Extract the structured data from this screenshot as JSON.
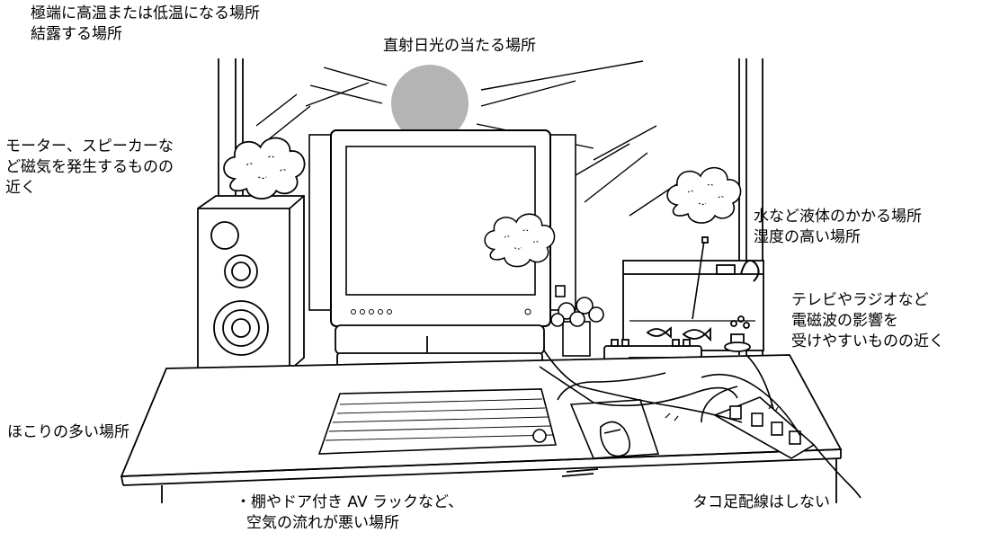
{
  "labels": {
    "temperature": [
      "極端に高温または低温になる場所",
      "結露する場所"
    ],
    "sunlight": "直射日光の当たる場所",
    "magnetic": [
      "モーター、スピーカーな",
      "ど磁気を発生するものの",
      "近く"
    ],
    "water": [
      "水など液体のかかる場所",
      "湿度の高い場所"
    ],
    "electromagnetic": [
      "テレビやラジオなど",
      "電磁波の影響を",
      "受けやすいものの近く"
    ],
    "dust": "ほこりの多い場所",
    "ventilation": [
      "・棚やドア付き AV ラックなど、",
      "空気の流れが悪い場所"
    ],
    "power_strip": "タコ足配線はしない"
  },
  "colors": {
    "line": "#000000",
    "sun": "#b4b4b4",
    "background": "#ffffff"
  }
}
